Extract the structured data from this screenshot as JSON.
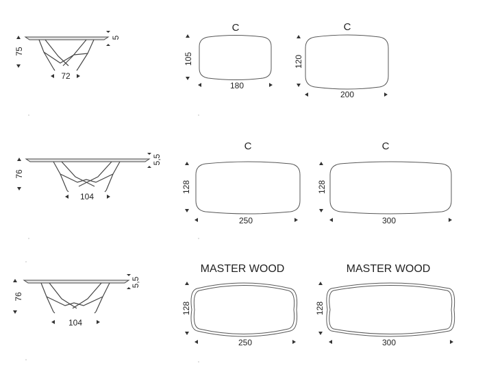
{
  "rows": [
    {
      "side": {
        "height": "75",
        "thickness": "5",
        "base_width": "72"
      },
      "tops": [
        {
          "label": "C",
          "width": "180",
          "depth": "105"
        },
        {
          "label": "C",
          "width": "200",
          "depth": "120"
        }
      ]
    },
    {
      "side": {
        "height": "76",
        "thickness": "5,5",
        "base_width": "104"
      },
      "tops": [
        {
          "label": "C",
          "width": "250",
          "depth": "128"
        },
        {
          "label": "C",
          "width": "300",
          "depth": "128"
        }
      ]
    },
    {
      "side": {
        "height": "76",
        "thickness": "5,5",
        "base_width": "104"
      },
      "tops": [
        {
          "label": "MASTER WOOD",
          "width": "250",
          "depth": "128"
        },
        {
          "label": "MASTER WOOD",
          "width": "300",
          "depth": "128"
        }
      ]
    }
  ],
  "colors": {
    "line": "#444444",
    "top_fill": "#e6e6e6",
    "text": "#222222"
  }
}
